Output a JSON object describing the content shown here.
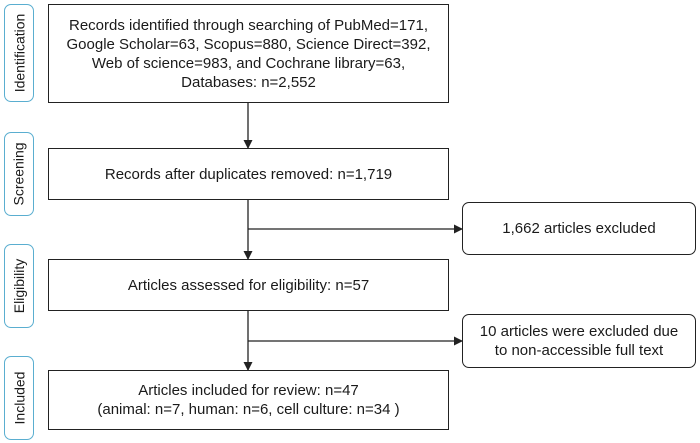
{
  "stages": {
    "identification": "Identification",
    "screening": "Screening",
    "eligibility": "Eligibility",
    "included": "Included"
  },
  "boxes": {
    "identified": {
      "lines": [
        "Records identified through searching of PubMed=171,",
        "Google Scholar=63, Scopus=880, Science Direct=392,",
        "Web of science=983, and Cochrane library=63,",
        "Databases: n=2,552"
      ]
    },
    "screened": {
      "lines": [
        "Records after duplicates removed: n=1,719"
      ]
    },
    "excluded_screen": {
      "lines": [
        "1,662 articles excluded"
      ]
    },
    "eligibility": {
      "lines": [
        "Articles assessed for eligibility: n=57"
      ]
    },
    "excluded_fulltext": {
      "lines": [
        "10 articles were excluded due",
        "to non-accessible full text"
      ]
    },
    "included": {
      "lines": [
        "Articles included for review: n=47",
        "(animal: n=7, human: n=6, cell culture: n=34 )"
      ]
    }
  }
}
